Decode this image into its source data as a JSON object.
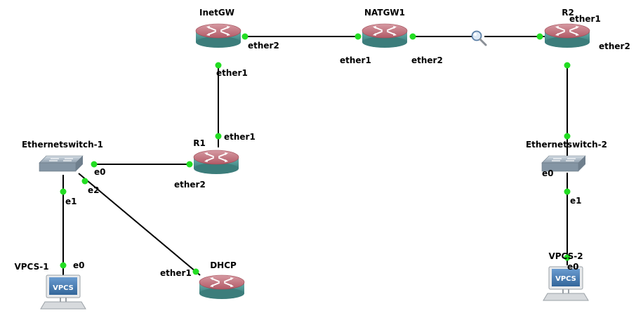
{
  "nodes": {
    "inetgw": {
      "label": "InetGW"
    },
    "natgw1": {
      "label": "NATGW1"
    },
    "r2": {
      "label": "R2"
    },
    "r1": {
      "label": "R1"
    },
    "dhcp": {
      "label": "DHCP"
    },
    "switch1": {
      "label": "Ethernetswitch-1"
    },
    "switch2": {
      "label": "Ethernetswitch-2"
    },
    "vpcs1": {
      "label": "VPCS-1",
      "screen_text": "VPCS"
    },
    "vpcs2": {
      "label": "VPCS-2",
      "screen_text": "VPCS"
    }
  },
  "ports": {
    "inetgw_ether2": "ether2",
    "inetgw_ether1": "ether1",
    "natgw1_ether1": "ether1",
    "natgw1_ether2": "ether2",
    "r2_ether1": "ether1",
    "r2_ether2": "ether2",
    "r1_ether1": "ether1",
    "r1_ether2": "ether2",
    "switch1_e0": "e0",
    "switch1_e1": "e1",
    "switch1_e2": "e2",
    "switch2_e0": "e0",
    "switch2_e1": "e1",
    "vpcs1_e0": "e0",
    "vpcs2_e0": "e0",
    "dhcp_ether1": "ether1"
  },
  "colors": {
    "link": "#000000",
    "port_dot": "#22dd22",
    "router_top": "#c0707a",
    "router_side": "#4f9a98",
    "switch_body": "#9aa8b4",
    "vpcs_screen": "#4a7fb0"
  },
  "icons": {
    "capture": "magnifier-icon"
  }
}
